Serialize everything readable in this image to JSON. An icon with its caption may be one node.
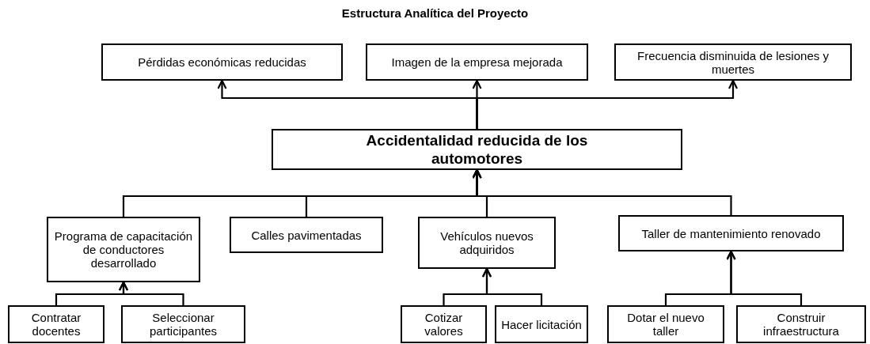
{
  "diagram": {
    "title": "Estructura Analítica del Proyecto",
    "nodes": [
      {
        "text": [
          "Pérdidas económicas reducidas"
        ]
      },
      {
        "text": [
          "Imagen de la empresa mejorada"
        ]
      },
      {
        "text": [
          "Frecuencia disminuida de lesiones y muertes"
        ]
      },
      {
        "text": [
          "Accidentalidad reducida de los automotores"
        ]
      },
      {
        "text": [
          "Programa de capacitación de conductores desarrollado"
        ]
      },
      {
        "text": [
          "Calles pavimentadas"
        ]
      },
      {
        "text": [
          "Vehículos nuevos adquiridos"
        ]
      },
      {
        "text": [
          "Taller de mantenimiento renovado"
        ]
      },
      {
        "text": [
          "Contratar docentes"
        ]
      },
      {
        "text": [
          "Seleccionar participantes"
        ]
      },
      {
        "text": [
          "Cotizar valores"
        ]
      },
      {
        "text": [
          "Hacer licitación"
        ]
      },
      {
        "text": [
          "Dotar el nuevo taller"
        ]
      },
      {
        "text": [
          "Construir infraestructura"
        ]
      }
    ],
    "edges": [
      {
        "from": 3,
        "to": 0,
        "arrow": "to"
      },
      {
        "from": 3,
        "to": 1,
        "arrow": "to"
      },
      {
        "from": 3,
        "to": 2,
        "arrow": "to"
      },
      {
        "from": 4,
        "to": 3,
        "arrow": "to"
      },
      {
        "from": 5,
        "to": 3,
        "arrow": "to"
      },
      {
        "from": 6,
        "to": 3,
        "arrow": "to"
      },
      {
        "from": 7,
        "to": 3,
        "arrow": "to"
      },
      {
        "from": 8,
        "to": 4,
        "arrow": "to"
      },
      {
        "from": 9,
        "to": 4,
        "arrow": "to"
      },
      {
        "from": 10,
        "to": 6,
        "arrow": "to"
      },
      {
        "from": 11,
        "to": 6,
        "arrow": "to"
      },
      {
        "from": 12,
        "to": 7,
        "arrow": "to"
      },
      {
        "from": 13,
        "to": 7,
        "arrow": "to"
      }
    ]
  }
}
